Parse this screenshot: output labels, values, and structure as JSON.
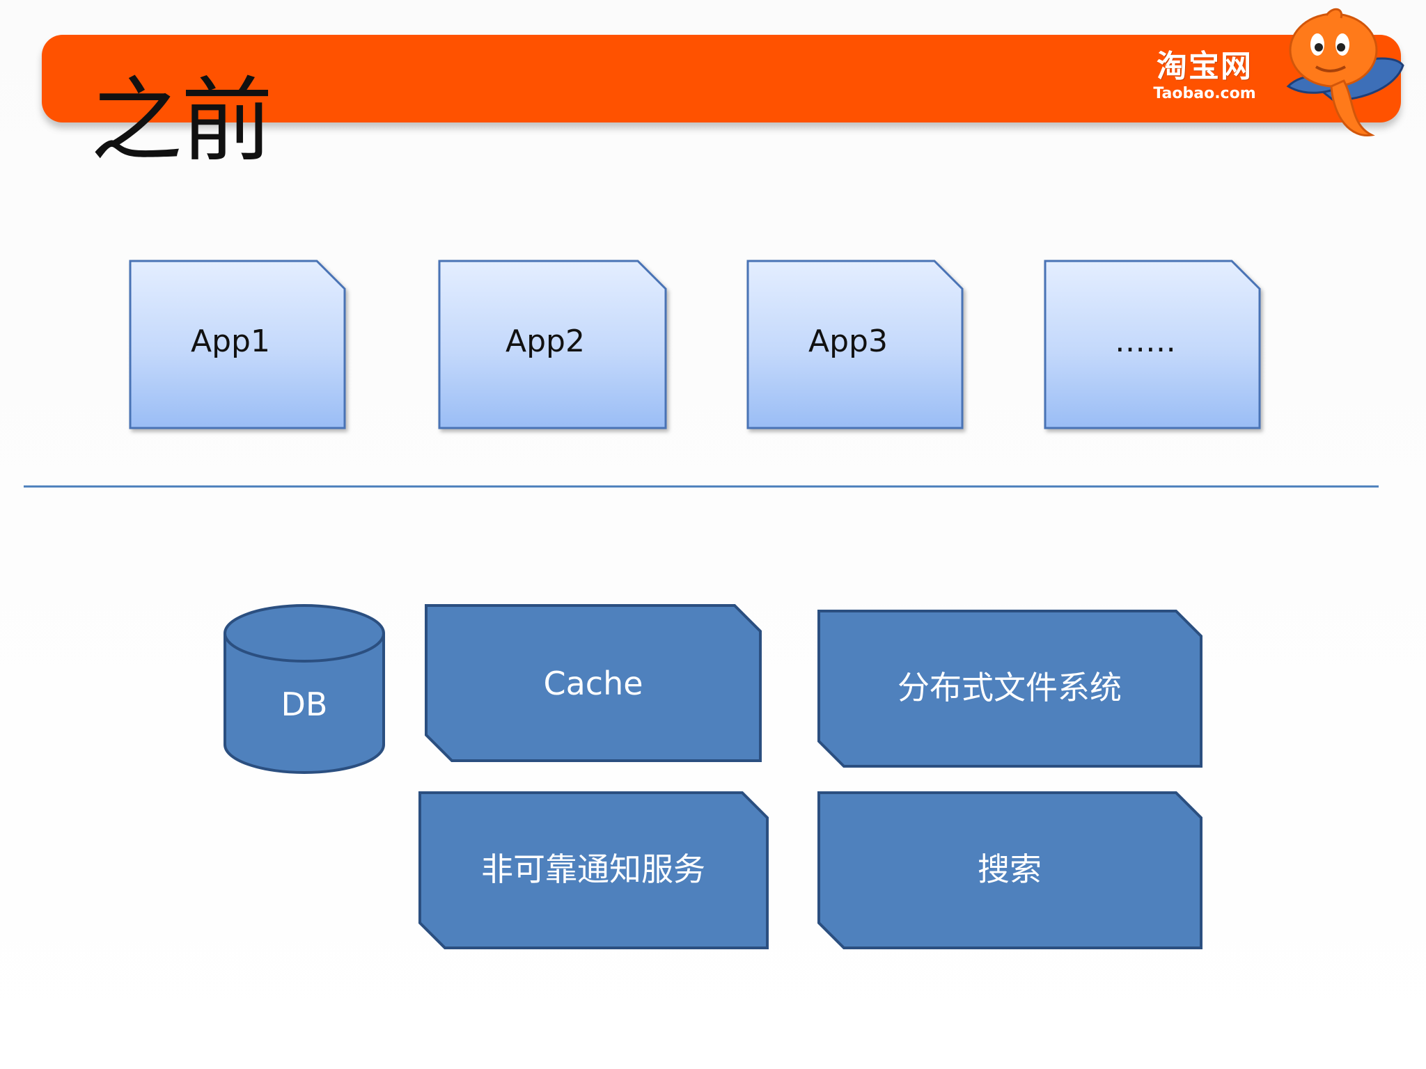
{
  "slide": {
    "title": "之前",
    "logo": {
      "cn": "淘宝网",
      "en": "Taobao.com"
    }
  },
  "apps": [
    "App1",
    "App2",
    "App3",
    "……"
  ],
  "services": {
    "db": "DB",
    "cache": "Cache",
    "dfs": "分布式文件系统",
    "notify": "非可靠通知服务",
    "search": "搜索"
  },
  "colors": {
    "banner": "#ff5200",
    "app_fill_top": "#e4eeff",
    "app_fill_bottom": "#9abdf5",
    "app_stroke": "#4a73b5",
    "service_fill": "#4f81bd",
    "service_stroke": "#2b4f80",
    "divider": "#4a7ebb"
  }
}
